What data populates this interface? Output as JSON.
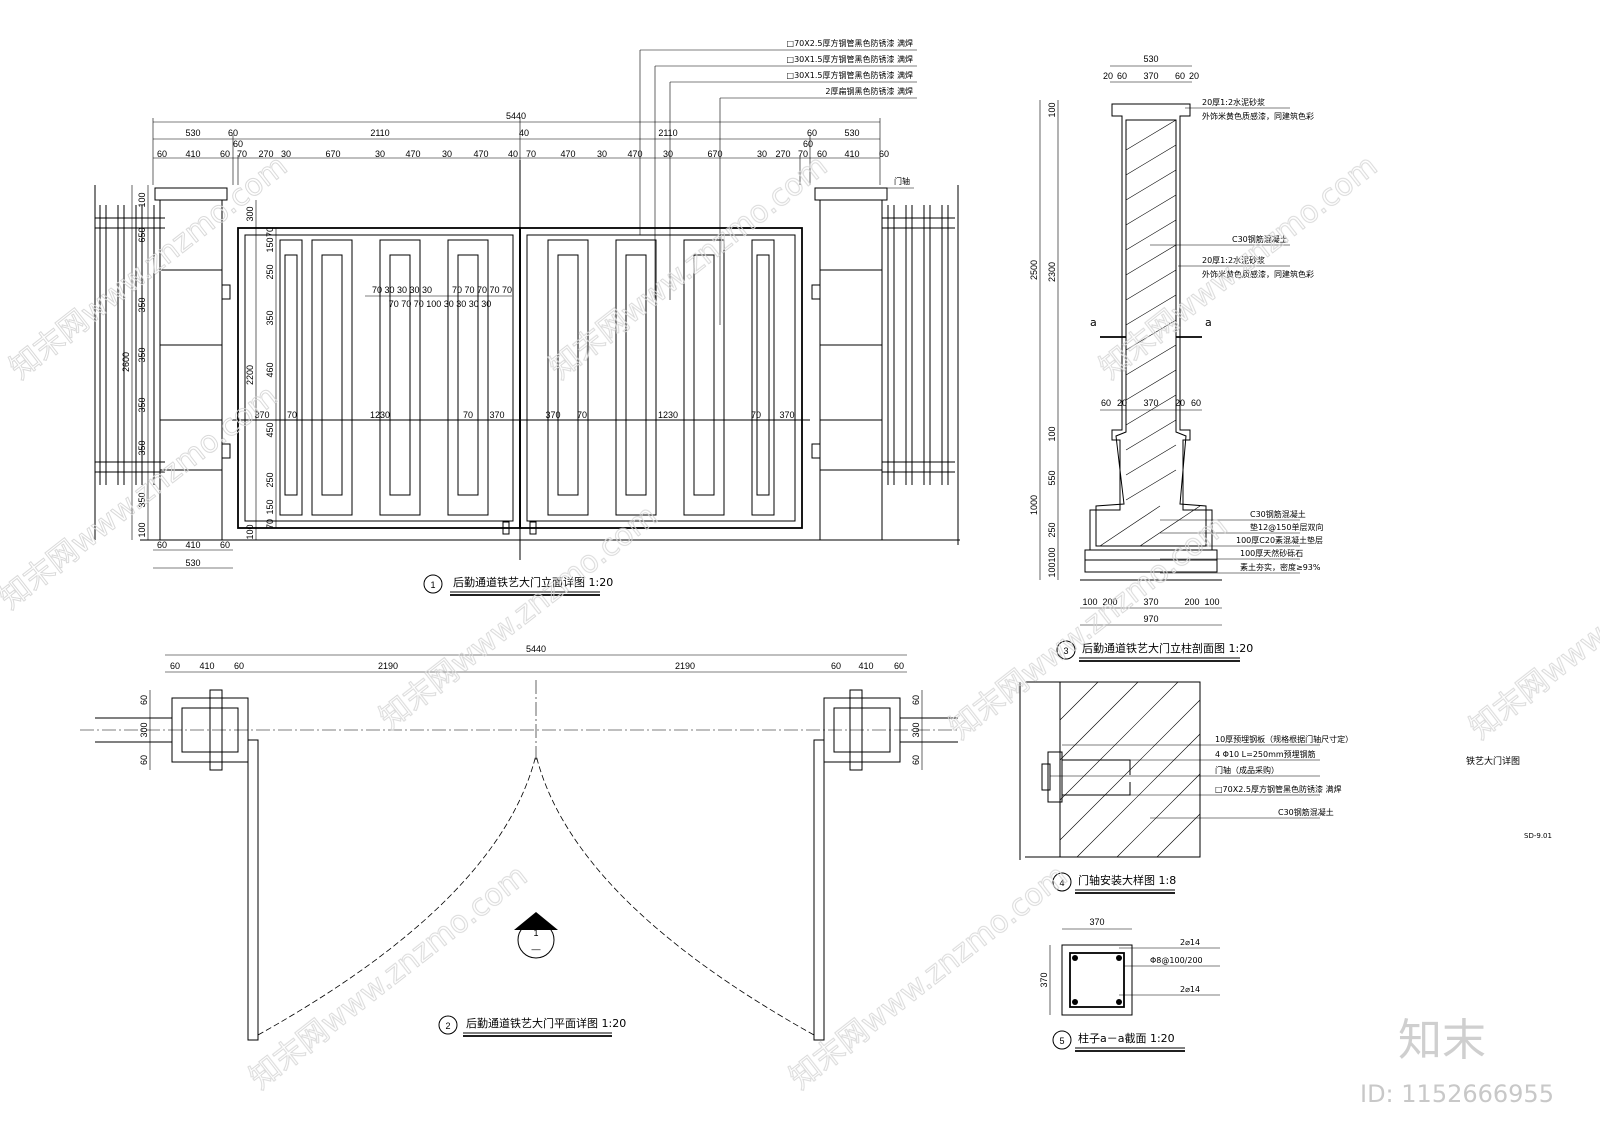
{
  "views": {
    "elevation": {
      "title": "后勤通道铁艺大门立面详图 1:20",
      "num": "1",
      "dim_total": "5440",
      "dim_row1": [
        "530",
        "60",
        "2110",
        "40",
        "2110",
        "60",
        "530"
      ],
      "dim_row1b": [
        "60",
        "60"
      ],
      "dim_row2": [
        "60",
        "410",
        "60",
        "70",
        "270",
        "30",
        "670",
        "30",
        "470",
        "30",
        "470",
        "40",
        "70",
        "470",
        "30",
        "470",
        "30",
        "670",
        "30",
        "270",
        "70",
        "60",
        "410",
        "60"
      ],
      "left_vdims": [
        "100",
        "650",
        "350",
        "350",
        "350",
        "350",
        "350",
        "100"
      ],
      "left_total": "2600",
      "gate_vdims": [
        "300",
        "150",
        "70",
        "250",
        "350",
        "460",
        "450",
        "250",
        "150",
        "70",
        "100"
      ],
      "gate_total": "2200",
      "mid_row_a": "70 30 30 30 30",
      "mid_row_b": "70 70 70 70 70",
      "mid_row_c": "70 70 70 100 30 30 30 30",
      "mid_dims": [
        "370",
        "70",
        "1230",
        "70",
        "370",
        "370",
        "70",
        "1230",
        "70",
        "370"
      ],
      "bottom_dims": [
        "60",
        "410",
        "60"
      ],
      "bottom_total": "530",
      "hinge_label": "门轴",
      "callouts": [
        "□70X2.5厚方钢管黑色防锈漆  满焊",
        "□30X1.5厚方钢管黑色防锈漆  满焊",
        "□30X1.5厚方钢管黑色防锈漆  满焊",
        "2厚扁钢黑色防锈漆  满焊"
      ]
    },
    "plan": {
      "title": "后勤通道铁艺大门平面详图 1:20",
      "num": "2",
      "dim_total": "5440",
      "dims": [
        "60",
        "410",
        "60",
        "2190",
        "2190",
        "60",
        "410",
        "60"
      ],
      "side_dims": [
        "60",
        "300",
        "60"
      ],
      "marker_num": "1",
      "marker_sub": "—"
    },
    "pillar_section": {
      "title": "后勤通道铁艺大门立柱剖面图 1:20",
      "num": "3",
      "top_dims": [
        "530",
        "20",
        "60",
        "370",
        "60",
        "20"
      ],
      "mid_dims": [
        "60",
        "20",
        "370",
        "20",
        "60"
      ],
      "bottom_dims": [
        "100",
        "200",
        "370",
        "200",
        "100"
      ],
      "bottom_total": "970",
      "vdims": [
        "100",
        "2300",
        "100",
        "550",
        "250",
        "100",
        "100"
      ],
      "vtotals": [
        "2500",
        "1000"
      ],
      "cut_label": "a",
      "notes": [
        "20厚1:2水泥砂浆",
        "外饰米黄色质感漆，同建筑色彩",
        "C30钢筋混凝土",
        "20厚1:2水泥砂浆",
        "外饰米黄色质感漆，同建筑色彩",
        "C30钢筋混凝土",
        "垫12@150单层双向",
        "100厚C20素混凝土垫层",
        "100厚天然砂砾石",
        "素土夯实，密度≥93%"
      ]
    },
    "hinge_detail": {
      "title": "门轴安装大样图 1:8",
      "num": "4",
      "notes": [
        "10厚预埋钢板（规格根据门轴尺寸定）",
        "4 Φ10  L=250mm预埋钢筋",
        "门轴（成品采购）",
        "□70X2.5厚方钢管黑色防锈漆  满焊",
        "C30钢筋混凝土"
      ]
    },
    "column_section": {
      "title": "柱子a－a截面  1:20",
      "num": "5",
      "dim_w": "370",
      "dim_h": "370",
      "notes": [
        "2⌀14",
        "Φ8@100/200",
        "2⌀14"
      ]
    }
  },
  "sheet": {
    "title": "铁艺大门详图",
    "code": "SD-9.01"
  },
  "watermark": {
    "text": "知末网www.znzmo.com",
    "brand": "知末",
    "id": "ID: 1152666955"
  }
}
